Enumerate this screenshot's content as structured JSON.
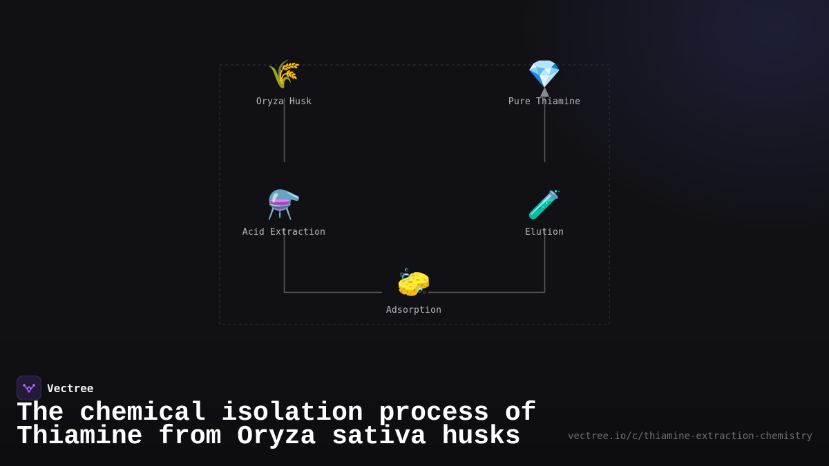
{
  "diagram": {
    "nodes": [
      {
        "id": "oryza-husk",
        "label": "Oryza Husk",
        "icon": "🌾",
        "icon_name": "wheat-sheaf-icon"
      },
      {
        "id": "acid-extraction",
        "label": "Acid Extraction",
        "icon": "⚗️",
        "icon_name": "alembic-flask-icon"
      },
      {
        "id": "adsorption",
        "label": "Adsorption",
        "icon": "🧽",
        "icon_name": "sponge-icon"
      },
      {
        "id": "elution",
        "label": "Elution",
        "icon": "🧪",
        "icon_name": "test-tube-icon"
      },
      {
        "id": "pure-thiamine",
        "label": "Pure Thiamine",
        "icon": "💎",
        "icon_name": "gem-icon"
      }
    ],
    "edges": [
      {
        "from": "oryza-husk",
        "to": "acid-extraction"
      },
      {
        "from": "acid-extraction",
        "to": "adsorption"
      },
      {
        "from": "adsorption",
        "to": "elution"
      },
      {
        "from": "elution",
        "to": "pure-thiamine"
      }
    ],
    "colors": {
      "edge": "#5a5a60",
      "frame": "#33333a",
      "arrow": "#8a8a90"
    }
  },
  "brand": {
    "name": "Vectree",
    "logo_color": "#a855f7"
  },
  "title": "The chemical isolation process of Thiamine from Oryza sativa husks",
  "url": "vectree.io/c/thiamine-extraction-chemistry"
}
